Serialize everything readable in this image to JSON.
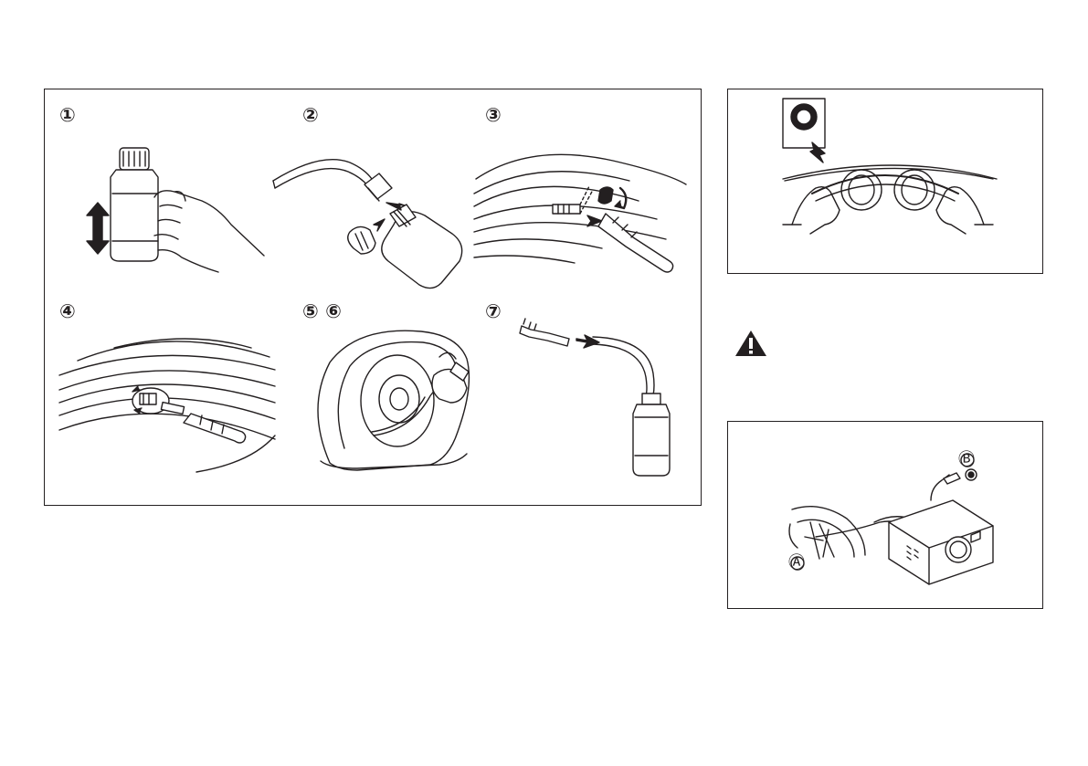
{
  "main_panel": {
    "steps": [
      {
        "number": "①",
        "illustration": "shake-bottle"
      },
      {
        "number": "②",
        "illustration": "attach-hose-to-bottle"
      },
      {
        "number": "③",
        "illustration": "remove-valve-cap-and-core"
      },
      {
        "number": "④",
        "illustration": "screw-hose-onto-valve"
      },
      {
        "number": "⑤ ⑥",
        "illustration": "inject-sealant-into-tire"
      },
      {
        "number": "⑦",
        "illustration": "disconnect-hose-from-valve"
      }
    ]
  },
  "wheel_panel": {
    "illustration": "speed-restriction-sticker-on-steering-wheel"
  },
  "warning": {
    "icon": "warning-triangle-icon"
  },
  "compressor_panel": {
    "illustration": "air-compressor-connected-to-tire-valve",
    "callouts": [
      "Ⓑ",
      "Ⓐ"
    ]
  },
  "colors": {
    "ink": "#231f20",
    "background": "#ffffff"
  }
}
